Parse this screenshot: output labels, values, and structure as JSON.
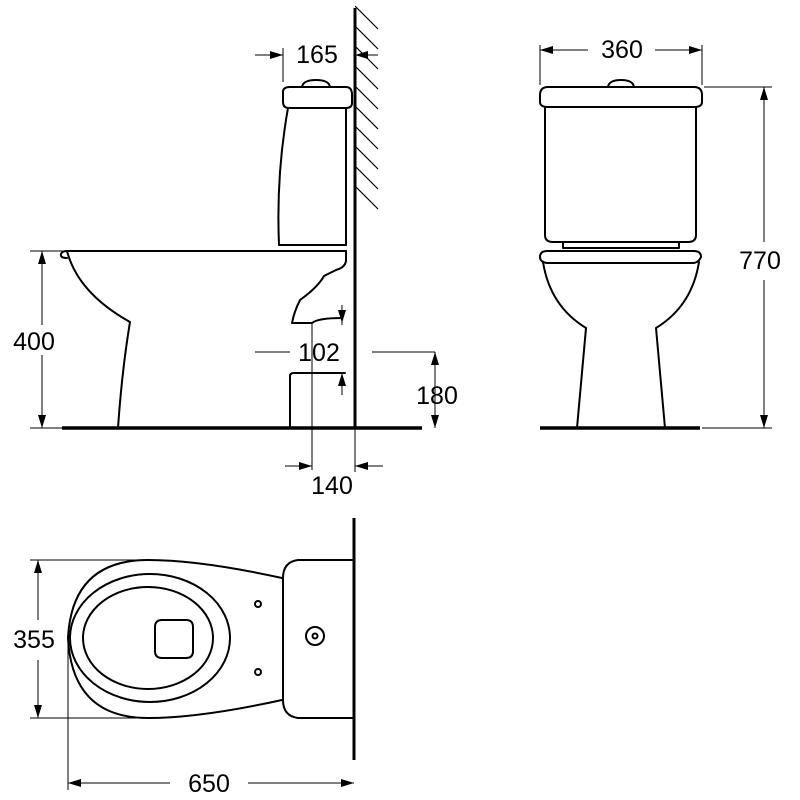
{
  "dimensions": {
    "side_tank_depth": "165",
    "front_tank_width": "360",
    "front_total_height": "770",
    "side_seat_height": "400",
    "side_outlet_offset": "102",
    "side_outlet_height": "180",
    "side_outlet_distance": "140",
    "plan_bowl_width": "355",
    "plan_total_length": "650"
  }
}
